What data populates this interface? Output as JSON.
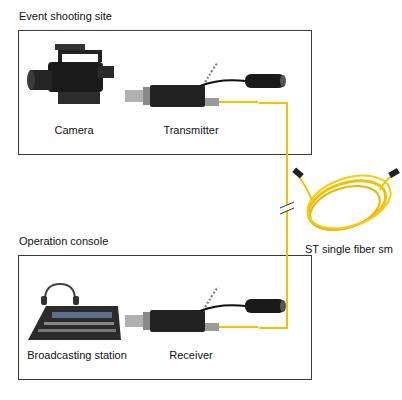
{
  "diagram": {
    "nodes": [
      {
        "text": [
          "Event shooting site"
        ]
      },
      {
        "text": [
          "Camera"
        ],
        "in": 0
      },
      {
        "text": [
          "Transmitter"
        ],
        "in": 0
      },
      {
        "text": [
          "Operation console"
        ]
      },
      {
        "text": [
          "Broadcasting station"
        ],
        "in": 3
      },
      {
        "text": [
          "Receiver"
        ],
        "in": 3
      }
    ],
    "edges": [
      {
        "from": 2,
        "to": 5,
        "arrow": "none"
      }
    ],
    "labels": [
      "ST single fiber sm"
    ]
  }
}
